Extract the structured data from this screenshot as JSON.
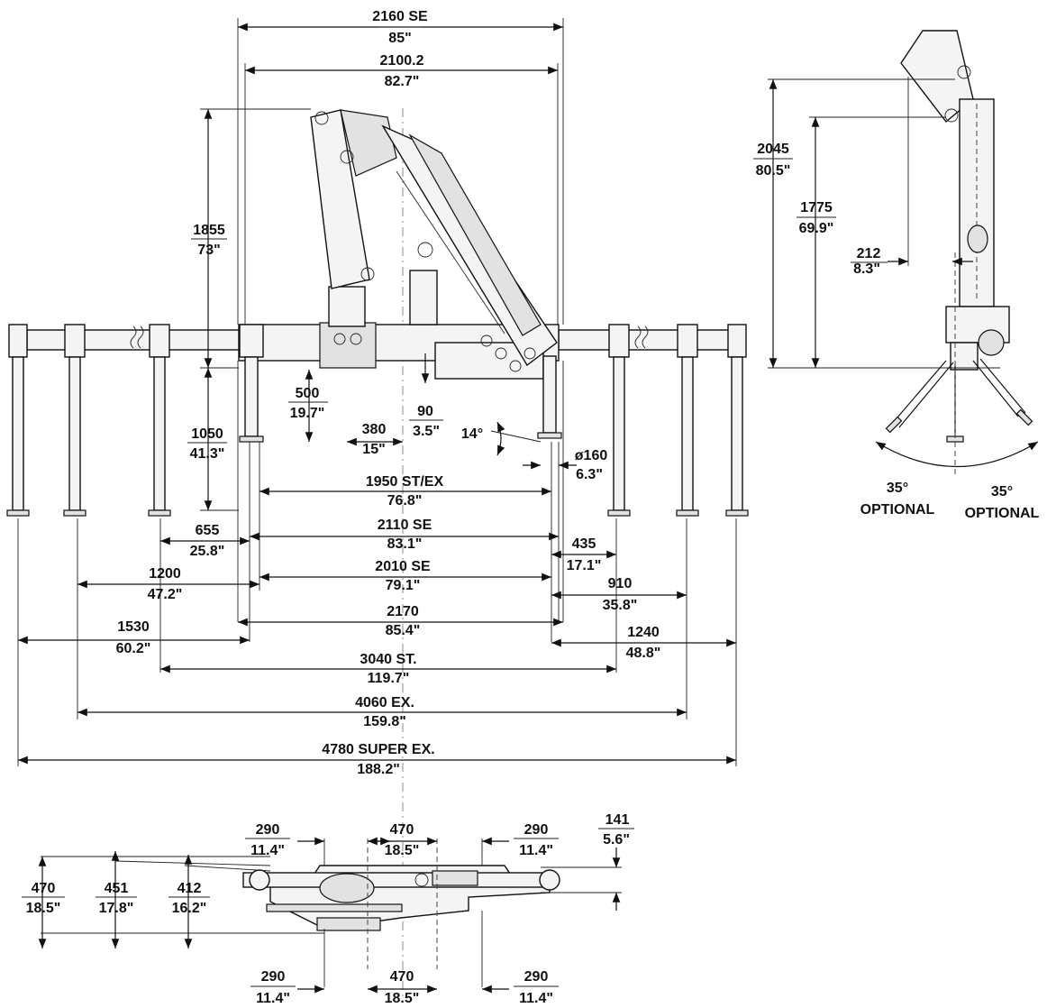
{
  "dimensions": {
    "width_se": {
      "mm": "2160 SE",
      "in": "85\""
    },
    "width_base": {
      "mm": "2100.2",
      "in": "82.7\""
    },
    "height_boom": {
      "mm": "1855",
      "in": "73\""
    },
    "leg_down": {
      "mm": "1050",
      "in": "41.3\""
    },
    "base_offset": {
      "mm": "500",
      "in": "19.7\""
    },
    "column_offset": {
      "mm": "380",
      "in": "15\""
    },
    "pivot_offset": {
      "mm": "90",
      "in": "3.5\""
    },
    "angle": "14°",
    "pad_dia": {
      "mm": "ø160",
      "in": "6.3\""
    },
    "st_ex": {
      "mm": "1950 ST/EX",
      "in": "76.8\""
    },
    "se_2110": {
      "mm": "2110 SE",
      "in": "83.1\""
    },
    "side_655": {
      "mm": "655",
      "in": "25.8\""
    },
    "side_435": {
      "mm": "435",
      "in": "17.1\""
    },
    "se_2010": {
      "mm": "2010 SE",
      "in": "79.1\""
    },
    "side_1200": {
      "mm": "1200",
      "in": "47.2\""
    },
    "side_910": {
      "mm": "910",
      "in": "35.8\""
    },
    "dim_2170": {
      "mm": "2170",
      "in": "85.4\""
    },
    "side_1530": {
      "mm": "1530",
      "in": "60.2\""
    },
    "side_1240": {
      "mm": "1240",
      "in": "48.8\""
    },
    "st_3040": {
      "mm": "3040  ST.",
      "in": "119.7\""
    },
    "ex_4060": {
      "mm": "4060  EX.",
      "in": "159.8\""
    },
    "sx_4780": {
      "mm": "4780  SUPER EX.",
      "in": "188.2\""
    }
  },
  "side_view": {
    "h_2045": {
      "mm": "2045",
      "in": "80.5\""
    },
    "h_1775": {
      "mm": "1775",
      "in": "69.9\""
    },
    "off_212": {
      "mm": "212",
      "in": "8.3\""
    },
    "angle_left": {
      "deg": "35°",
      "note": "OPTIONAL"
    },
    "angle_right": {
      "deg": "35°",
      "note": "OPTIONAL"
    }
  },
  "plan_view": {
    "top_left": {
      "mm": "290",
      "in": "11.4\""
    },
    "top_mid": {
      "mm": "470",
      "in": "18.5\""
    },
    "top_right": {
      "mm": "290",
      "in": "11.4\""
    },
    "right_141": {
      "mm": "141",
      "in": "5.6\""
    },
    "left_470": {
      "mm": "470",
      "in": "18.5\""
    },
    "left_451": {
      "mm": "451",
      "in": "17.8\""
    },
    "left_412": {
      "mm": "412",
      "in": "16.2\""
    },
    "bot_left": {
      "mm": "290",
      "in": "11.4\""
    },
    "bot_mid": {
      "mm": "470",
      "in": "18.5\""
    },
    "bot_right": {
      "mm": "290",
      "in": "11.4\""
    }
  }
}
